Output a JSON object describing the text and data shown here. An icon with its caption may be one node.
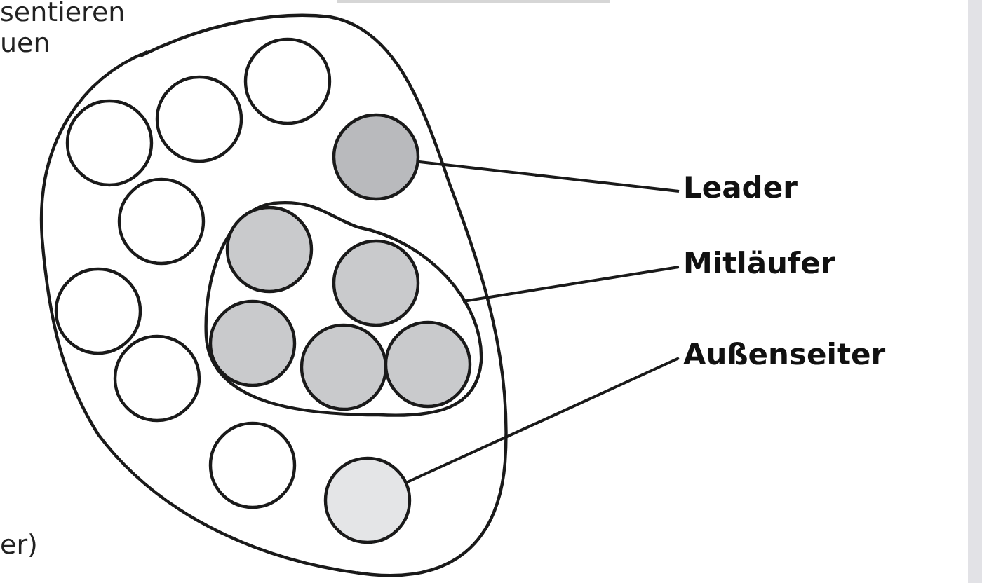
{
  "diagram": {
    "nodes": [
      {
        "text": [],
        "shape": "blob"
      },
      {
        "text": [],
        "shape": "blob",
        "in": 0
      },
      {
        "text": [],
        "shape": "circle",
        "in": 0
      },
      {
        "text": [],
        "shape": "circle",
        "in": 0
      },
      {
        "text": [],
        "shape": "circle",
        "in": 0
      },
      {
        "text": [],
        "shape": "circle",
        "in": 0
      },
      {
        "text": [],
        "shape": "circle",
        "in": 0
      },
      {
        "text": [],
        "shape": "circle",
        "in": 1
      },
      {
        "text": [],
        "shape": "circle",
        "in": 0
      },
      {
        "text": [],
        "shape": "circle",
        "in": 1
      },
      {
        "text": [],
        "shape": "circle",
        "in": 1
      },
      {
        "text": [],
        "shape": "circle",
        "in": 0
      },
      {
        "text": [],
        "shape": "circle",
        "in": 1
      },
      {
        "text": [],
        "shape": "circle",
        "in": 1
      },
      {
        "text": [],
        "shape": "circle",
        "in": 0
      },
      {
        "text": [],
        "shape": "circle",
        "in": 0
      },
      {
        "text": [
          "Leader"
        ]
      },
      {
        "text": [
          "Mitläufer"
        ]
      },
      {
        "text": [
          "Außenseiter"
        ]
      }
    ],
    "edges": [
      {
        "from": 16,
        "to": 5,
        "arrow": "none"
      },
      {
        "from": 17,
        "to": 1,
        "arrow": "none"
      },
      {
        "from": 18,
        "to": 15,
        "arrow": "none"
      }
    ],
    "labels": [
      "sentieren",
      "uen",
      "er)"
    ]
  }
}
